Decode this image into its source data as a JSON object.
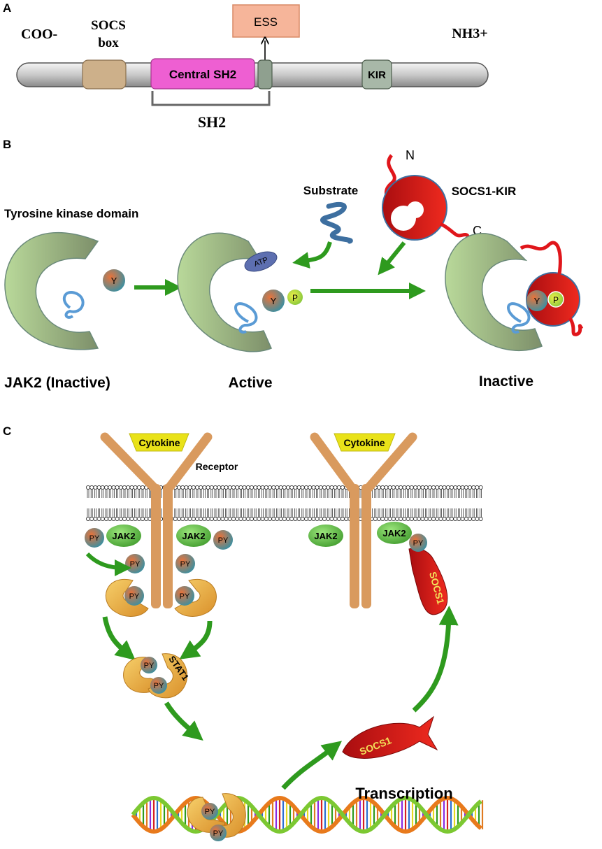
{
  "panels": {
    "a": "A",
    "b": "B",
    "c": "C"
  },
  "panel_a": {
    "coo": "COO-",
    "socs_box_line1": "SOCS",
    "socs_box_line2": "box",
    "ess": "ESS",
    "nh3": "NH3+",
    "central_sh2": "Central SH2",
    "kir": "KIR",
    "sh2": "SH2"
  },
  "panel_b": {
    "tyrosine_kinase_domain": "Tyrosine kinase  domain",
    "substrate": "Substrate",
    "socs1_kir": "SOCS1-KIR",
    "n_terminus": "N",
    "c_terminus": "C",
    "atp": "ATP",
    "y": "Y",
    "p": "P",
    "jak2_inactive": "JAK2 (Inactive)",
    "active": "Active",
    "inactive": "Inactive"
  },
  "panel_c": {
    "cytokine": "Cytokine",
    "receptor": "Receptor",
    "jak2": "JAK2",
    "py": "PY",
    "stat1": "STAT1",
    "socs1": "SOCS1",
    "transcription": "Transcription"
  },
  "colors": {
    "green_arrow": "#2e9a1e",
    "kinase_green": "#a8c98a",
    "socs_red": "#e0161b",
    "central_sh2": "#ee5fd2",
    "ess_box": "#f6b59a",
    "receptor": "#d99a5e",
    "cytokine": "#e9e219",
    "jak2_green": "#6cc24a",
    "stat_orange": "#e9a843"
  }
}
